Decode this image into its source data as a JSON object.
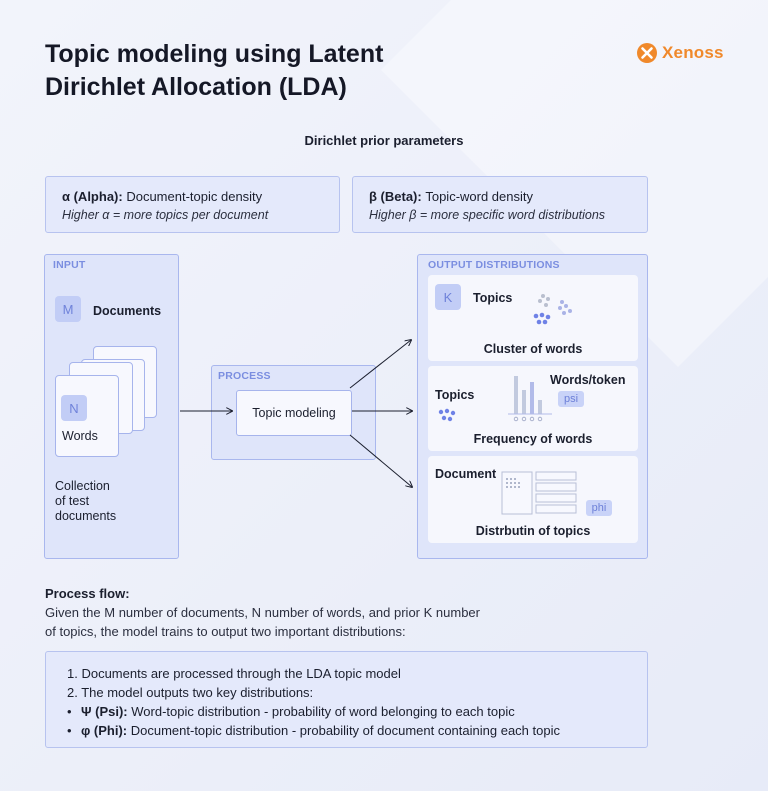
{
  "title": {
    "line1": "Topic modeling using Latent",
    "line2": "Dirichlet Allocation (LDA)"
  },
  "logo": {
    "text": "Xenoss",
    "color": "#f0892b"
  },
  "priors": {
    "heading": "Dirichlet prior parameters",
    "alpha": {
      "name": "α (Alpha):",
      "description": "Document-topic density",
      "note": "Higher α = more topics per document"
    },
    "beta": {
      "name": "β (Beta):",
      "description": "Topic-word density",
      "note": "Higher β  = more specific word distributions"
    }
  },
  "input": {
    "label": "INPUT",
    "m_badge": "M",
    "documents_label": "Documents",
    "n_badge": "N",
    "words_label": "Words",
    "collection_line1": "Collection",
    "collection_line2": "of test",
    "collection_line3": "documents"
  },
  "process": {
    "label": "PROCESS",
    "box_label": "Topic modeling"
  },
  "output": {
    "label": "OUTPUT DISTRIBUTIONS",
    "card1": {
      "badge": "K",
      "title": "Topics",
      "caption": "Cluster of words"
    },
    "card2": {
      "title": "Topics",
      "right_label": "Words/token",
      "tag": "psi",
      "caption": "Frequency of words"
    },
    "card3": {
      "title": "Document",
      "tag": "phi",
      "caption": "Distrbutin of topics"
    }
  },
  "flow": {
    "heading": "Process flow:",
    "line1": "Given the M number of documents, N number of words, and prior K number",
    "line2": "of topics, the model trains to output two important distributions:",
    "items": [
      {
        "text": "1. Documents are processed through the LDA topic model"
      },
      {
        "text": "2. The model outputs two key distributions:"
      },
      {
        "bullet": "•",
        "bold": "Ψ (Psi):",
        "text": " Word-topic distribution - probability of word belonging to each topic"
      },
      {
        "bullet": "•",
        "bold": "φ (Phi):",
        "text": " Document-topic distribution - probability of document containing each topic"
      }
    ]
  },
  "colors": {
    "accent": "#7b8ee0",
    "panel_fill": "#dfe5fa",
    "panel_border": "#a9b7ee",
    "dot_blue": "#6f82e6",
    "dot_grey": "#b9bfcf"
  },
  "icons": [
    "xenoss-logo-icon",
    "scatter-cluster-icon",
    "bar-chart-icon",
    "dot-cluster-icon",
    "document-grid-icon",
    "arrow-icon"
  ]
}
